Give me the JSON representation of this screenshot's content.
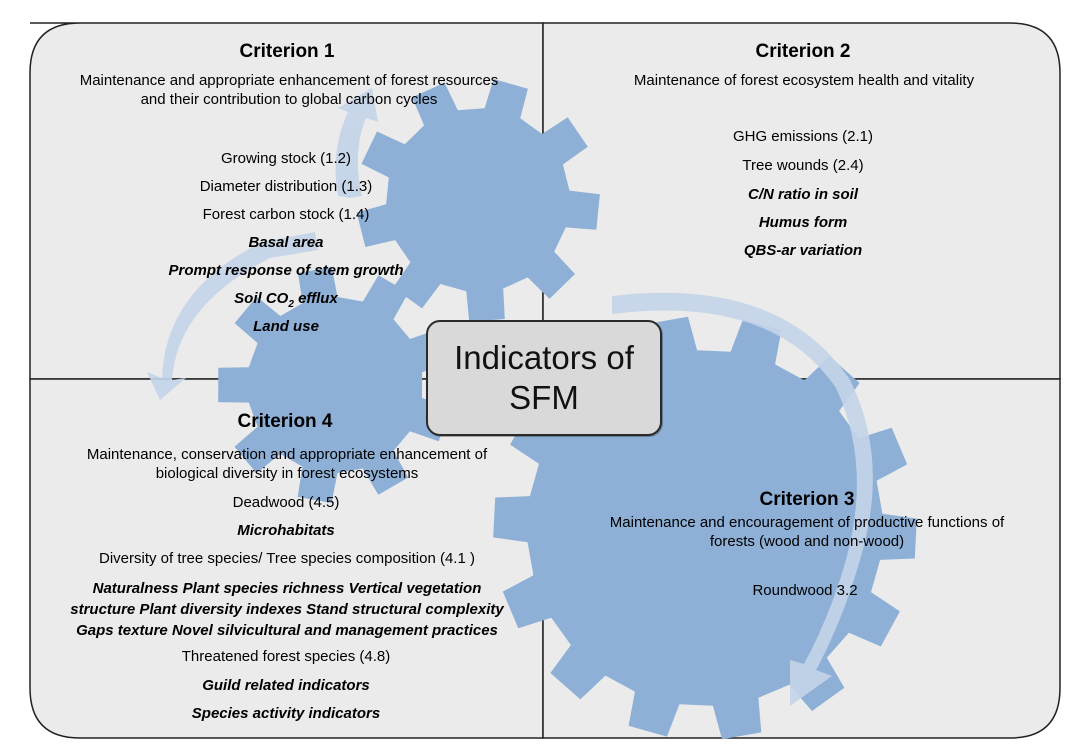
{
  "colors": {
    "panel_fill": "#ebebeb",
    "gear_fill": "#8eb0d6",
    "arrow_fill": "#c3d4e7",
    "center_fill": "#d9d9d9",
    "border": "#222222"
  },
  "center": {
    "line1": "Indicators of",
    "line2": "SFM"
  },
  "criterion1": {
    "title": "Criterion 1",
    "description_line1": "Maintenance  and  appropriate enhancement of forest resources",
    "description_line2": "and their contribution to  global carbon cycles",
    "indicators": [
      "Growing stock (1.2)",
      "Diameter distribution (1.3)",
      "Forest carbon stock (1.4)",
      "Basal area",
      "Prompt response of stem growth",
      "Soil CO",
      "Land use"
    ],
    "soil_co2_subscript": "2",
    "soil_co2_suffix": " efflux"
  },
  "criterion2": {
    "title": "Criterion 2",
    "description": "Maintenance of forest ecosystem health and vitality",
    "indicators": [
      "GHG emissions (2.1)",
      "Tree wounds (2.4)",
      "C/N ratio in soil",
      "Humus form",
      "QBS-ar variation"
    ]
  },
  "criterion3": {
    "title": "Criterion 3",
    "description_line1": "Maintenance and encouragement of productive functions of",
    "description_line2": "forests (wood and  non-wood)",
    "indicators": [
      "Roundwood 3.2"
    ]
  },
  "criterion4": {
    "title": "Criterion 4",
    "description_line1": "Maintenance, conservation and appropriate enhancement of",
    "description_line2": "biological diversity in forest ecosystems",
    "indicators": [
      "Deadwood (4.5)",
      "Microhabitats",
      "Diversity of tree species/ Tree species composition (4.1 )",
      "Naturalness   Plant species richness   Vertical vegetation",
      "structure   Plant diversity indexes   Stand structural complexity",
      "Gaps texture   Novel silvicultural and management practices",
      "Threatened forest species (4.8)",
      "Guild related indicators",
      "Species activity indicators"
    ]
  }
}
